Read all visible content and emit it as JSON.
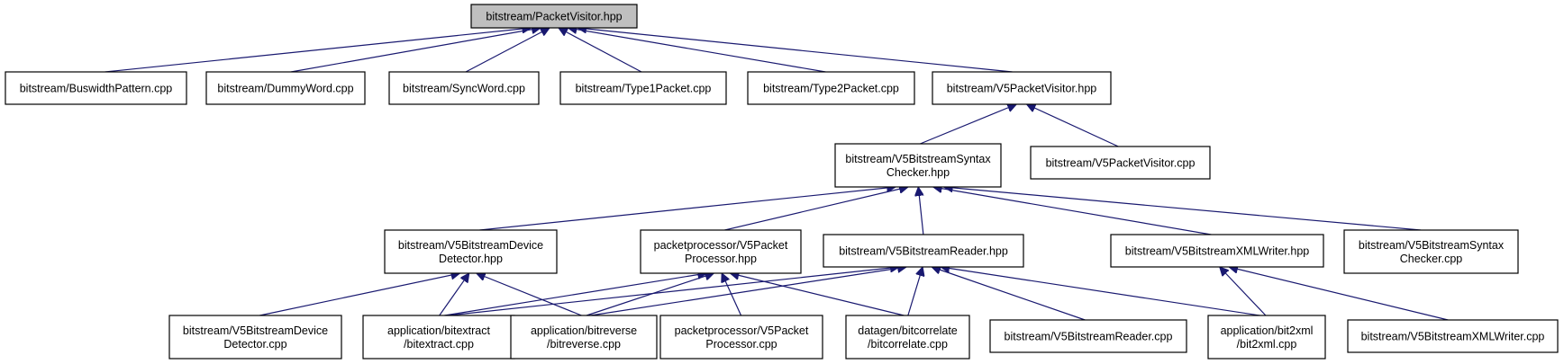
{
  "diagram": {
    "type": "include-dependency-graph",
    "colors": {
      "edge": "#191970",
      "root_fill": "#bfbfbf",
      "node_fill": "#ffffff",
      "node_border": "#000000"
    },
    "nodes": [
      {
        "id": "n0",
        "lines": [
          "bitstream/PacketVisitor.hpp"
        ],
        "root": true
      },
      {
        "id": "n1",
        "lines": [
          "bitstream/BuswidthPattern.cpp"
        ]
      },
      {
        "id": "n2",
        "lines": [
          "bitstream/DummyWord.cpp"
        ]
      },
      {
        "id": "n3",
        "lines": [
          "bitstream/SyncWord.cpp"
        ]
      },
      {
        "id": "n4",
        "lines": [
          "bitstream/Type1Packet.cpp"
        ]
      },
      {
        "id": "n5",
        "lines": [
          "bitstream/Type2Packet.cpp"
        ]
      },
      {
        "id": "n6",
        "lines": [
          "bitstream/V5PacketVisitor.hpp"
        ]
      },
      {
        "id": "n7",
        "lines": [
          "bitstream/V5BitstreamSyntax",
          "Checker.hpp"
        ]
      },
      {
        "id": "n8",
        "lines": [
          "bitstream/V5PacketVisitor.cpp"
        ]
      },
      {
        "id": "n9",
        "lines": [
          "bitstream/V5BitstreamDevice",
          "Detector.hpp"
        ]
      },
      {
        "id": "n10",
        "lines": [
          "packetprocessor/V5Packet",
          "Processor.hpp"
        ]
      },
      {
        "id": "n11",
        "lines": [
          "bitstream/V5BitstreamReader.hpp"
        ]
      },
      {
        "id": "n12",
        "lines": [
          "bitstream/V5BitstreamXMLWriter.hpp"
        ]
      },
      {
        "id": "n13",
        "lines": [
          "bitstream/V5BitstreamSyntax",
          "Checker.cpp"
        ]
      },
      {
        "id": "n14",
        "lines": [
          "bitstream/V5BitstreamDevice",
          "Detector.cpp"
        ]
      },
      {
        "id": "n15",
        "lines": [
          "application/bitextract",
          "/bitextract.cpp"
        ]
      },
      {
        "id": "n16",
        "lines": [
          "application/bitreverse",
          "/bitreverse.cpp"
        ]
      },
      {
        "id": "n17",
        "lines": [
          "packetprocessor/V5Packet",
          "Processor.cpp"
        ]
      },
      {
        "id": "n18",
        "lines": [
          "datagen/bitcorrelate",
          "/bitcorrelate.cpp"
        ]
      },
      {
        "id": "n19",
        "lines": [
          "bitstream/V5BitstreamReader.cpp"
        ]
      },
      {
        "id": "n20",
        "lines": [
          "application/bit2xml",
          "/bit2xml.cpp"
        ]
      },
      {
        "id": "n21",
        "lines": [
          "bitstream/V5BitstreamXMLWriter.cpp"
        ]
      }
    ],
    "edges": [
      {
        "from": "n1",
        "to": "n0"
      },
      {
        "from": "n2",
        "to": "n0"
      },
      {
        "from": "n3",
        "to": "n0"
      },
      {
        "from": "n4",
        "to": "n0"
      },
      {
        "from": "n5",
        "to": "n0"
      },
      {
        "from": "n6",
        "to": "n0"
      },
      {
        "from": "n7",
        "to": "n6"
      },
      {
        "from": "n8",
        "to": "n6"
      },
      {
        "from": "n9",
        "to": "n7"
      },
      {
        "from": "n10",
        "to": "n7"
      },
      {
        "from": "n11",
        "to": "n7"
      },
      {
        "from": "n12",
        "to": "n7"
      },
      {
        "from": "n13",
        "to": "n7"
      },
      {
        "from": "n14",
        "to": "n9"
      },
      {
        "from": "n15",
        "to": "n9"
      },
      {
        "from": "n16",
        "to": "n9"
      },
      {
        "from": "n15",
        "to": "n10"
      },
      {
        "from": "n16",
        "to": "n10"
      },
      {
        "from": "n17",
        "to": "n10"
      },
      {
        "from": "n18",
        "to": "n10"
      },
      {
        "from": "n15",
        "to": "n11"
      },
      {
        "from": "n16",
        "to": "n11"
      },
      {
        "from": "n18",
        "to": "n11"
      },
      {
        "from": "n19",
        "to": "n11"
      },
      {
        "from": "n20",
        "to": "n11"
      },
      {
        "from": "n20",
        "to": "n12"
      },
      {
        "from": "n21",
        "to": "n12"
      }
    ]
  }
}
